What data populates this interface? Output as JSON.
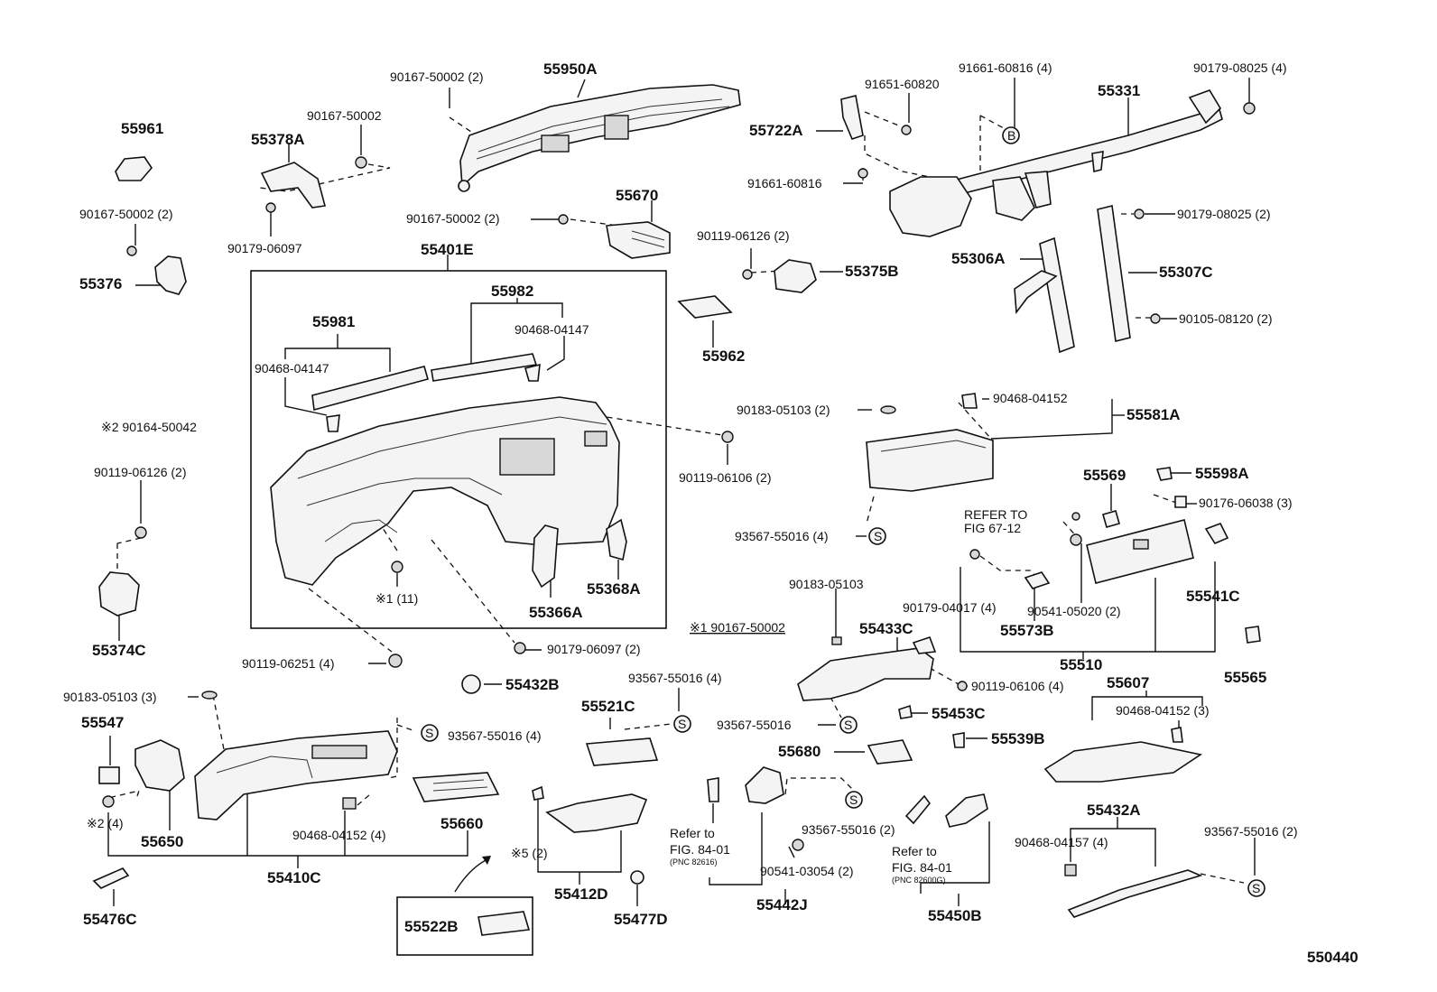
{
  "diagram_id": "550440",
  "labels": {
    "p55950A": "55950A",
    "p90167_50002_2_top": "90167-50002 (2)",
    "p90167_50002_top": "90167-50002",
    "p55961": "55961",
    "p55378A": "55378A",
    "p90167_50002_2_left": "90167-50002 (2)",
    "p90179_06097": "90179-06097",
    "p55376": "55376",
    "p90167_50002_2_mid": "90167-50002 (2)",
    "p55670": "55670",
    "p55401E": "55401E",
    "p55982": "55982",
    "p90468_04147_r": "90468-04147",
    "p55981": "55981",
    "p90468_04147_l": "90468-04147",
    "note2_90164_50042": "※2 90164-50042",
    "p90119_06126_2_left": "90119-06126 (2)",
    "p55374C": "55374C",
    "note1_11": "※1 (11)",
    "p55366A": "55366A",
    "p55368A": "55368A",
    "p90119_06251_4": "90119-06251 (4)",
    "p90179_06097_2": "90179-06097 (2)",
    "p91651_60820": "91651-60820",
    "p91661_60816_4": "91661-60816 (4)",
    "p90179_08025_4": "90179-08025 (4)",
    "p55331": "55331",
    "p55722A": "55722A",
    "p91661_60816": "91661-60816",
    "p90179_08025_2": "90179-08025 (2)",
    "p55306A": "55306A",
    "p55307C": "55307C",
    "p90105_08120_2": "90105-08120 (2)",
    "p90119_06126_2_mid": "90119-06126 (2)",
    "p55375B": "55375B",
    "p55962": "55962",
    "p90183_05103_2": "90183-05103 (2)",
    "p90468_04152": "90468-04152",
    "p55581A": "55581A",
    "p90119_06106_2": "90119-06106 (2)",
    "p93567_55016_4_mid": "93567-55016 (4)",
    "p55569": "55569",
    "p55598A": "55598A",
    "p90176_06038_3": "90176-06038 (3)",
    "refer_to": "REFER TO",
    "fig_67_12": "FIG 67-12",
    "p90183_05103": "90183-05103",
    "p90179_04017_4": "90179-04017 (4)",
    "p90541_05020_2": "90541-05020 (2)",
    "p55541C": "55541C",
    "p55573B": "55573B",
    "p55510": "55510",
    "p55565": "55565",
    "note1_90167_50002": "※1 90167-50002",
    "p55433C": "55433C",
    "p90119_06106_4": "90119-06106 (4)",
    "p55607": "55607",
    "p90468_04152_3": "90468-04152 (3)",
    "p55432B": "55432B",
    "p93567_55016_4_c": "93567-55016 (4)",
    "p90183_05103_3": "90183-05103 (3)",
    "p55547": "55547",
    "p93567_55016_4_l": "93567-55016 (4)",
    "p55521C": "55521C",
    "p93567_55016_low": "93567-55016",
    "p55453C": "55453C",
    "p55680": "55680",
    "p55539B": "55539B",
    "note2_4": "※2 (4)",
    "p55650": "55650",
    "p90468_04152_4": "90468-04152 (4)",
    "p55660": "55660",
    "p55410C": "55410C",
    "p55476C": "55476C",
    "note5_2": "※5 (2)",
    "p55412D": "55412D",
    "p55477D": "55477D",
    "p55522B": "55522B",
    "refer_84_01_a": "Refer to",
    "fig_84_01_a": "FIG. 84-01",
    "pnc_82616": "(PNC 82616)",
    "p93567_55016_2_c": "93567-55016 (2)",
    "p90541_03054_2": "90541-03054 (2)",
    "p55442J": "55442J",
    "refer_84_01_b": "Refer to",
    "fig_84_01_b": "FIG. 84-01",
    "pnc_82600G": "(PNC 82600G)",
    "p55450B": "55450B",
    "p55432A": "55432A",
    "p90468_04157_4": "90468-04157 (4)",
    "p93567_55016_2_r": "93567-55016 (2)",
    "s_mark": "S",
    "b_mark": "B"
  }
}
